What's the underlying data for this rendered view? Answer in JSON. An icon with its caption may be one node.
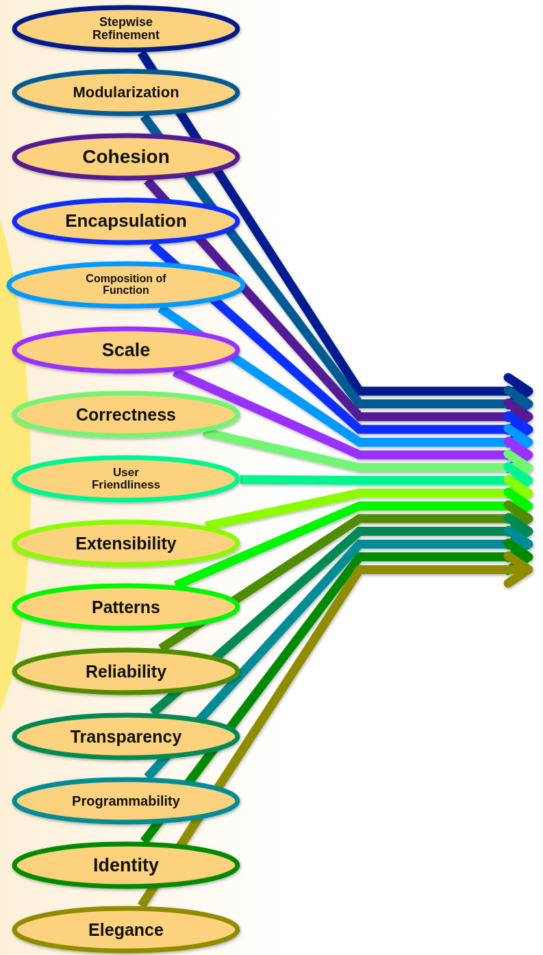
{
  "diagram": {
    "nodes": [
      {
        "text": [
          "Stepwise Refinement"
        ]
      },
      {
        "text": [
          "Modularization"
        ]
      },
      {
        "text": [
          "Cohesion"
        ]
      },
      {
        "text": [
          "Encapsulation"
        ]
      },
      {
        "text": [
          "Composition of Function"
        ]
      },
      {
        "text": [
          "Scale"
        ]
      },
      {
        "text": [
          "Correctness"
        ]
      },
      {
        "text": [
          "User Friendliness"
        ]
      },
      {
        "text": [
          "Extensibility"
        ]
      },
      {
        "text": [
          "Patterns"
        ]
      },
      {
        "text": [
          "Reliability"
        ]
      },
      {
        "text": [
          "Transparency"
        ]
      },
      {
        "text": [
          "Programmability"
        ]
      },
      {
        "text": [
          "Identity"
        ]
      },
      {
        "text": [
          "Elegance"
        ]
      }
    ],
    "edges": [
      {
        "from": 0,
        "to": null,
        "arrow": "to",
        "color": "#001a8c"
      },
      {
        "from": 1,
        "to": null,
        "arrow": "to",
        "color": "#005a94"
      },
      {
        "from": 2,
        "to": null,
        "arrow": "to",
        "color": "#521c94"
      },
      {
        "from": 3,
        "to": null,
        "arrow": "to",
        "color": "#0a2eff"
      },
      {
        "from": 4,
        "to": null,
        "arrow": "to",
        "color": "#0099ff"
      },
      {
        "from": 5,
        "to": null,
        "arrow": "to",
        "color": "#9933ff"
      },
      {
        "from": 6,
        "to": null,
        "arrow": "to",
        "color": "#73f573"
      },
      {
        "from": 7,
        "to": null,
        "arrow": "to",
        "color": "#00f590"
      },
      {
        "from": 8,
        "to": null,
        "arrow": "to",
        "color": "#8cfa00"
      },
      {
        "from": 9,
        "to": null,
        "arrow": "to",
        "color": "#00f500"
      },
      {
        "from": 10,
        "to": null,
        "arrow": "to",
        "color": "#4f8c00"
      },
      {
        "from": 11,
        "to": null,
        "arrow": "to",
        "color": "#008a52"
      },
      {
        "from": 12,
        "to": null,
        "arrow": "to",
        "color": "#008c94"
      },
      {
        "from": 13,
        "to": null,
        "arrow": "to",
        "color": "#008a00"
      },
      {
        "from": 14,
        "to": null,
        "arrow": "to",
        "color": "#8f8c00"
      }
    ]
  }
}
